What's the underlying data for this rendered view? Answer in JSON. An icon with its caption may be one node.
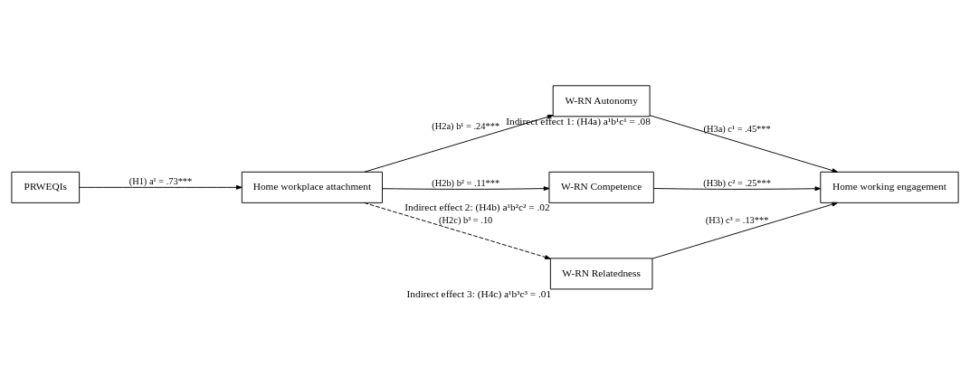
{
  "diagram": {
    "nodes": [
      {
        "text": [
          "PRWEQIs"
        ]
      },
      {
        "text": [
          "Home workplace attachment"
        ]
      },
      {
        "text": [
          "W-RN Autonomy"
        ],
        "beside": [
          "Indirect effect 1: (H4a) a¹b¹c¹ = .08"
        ]
      },
      {
        "text": [
          "W-RN Competence"
        ],
        "beside": [
          "Indirect effect 2: (H4b) a¹b²c² = .02"
        ]
      },
      {
        "text": [
          "W-RN Relatedness"
        ],
        "beside": [
          "Indirect effect 3: (H4c) a¹b³c³ = .01"
        ]
      },
      {
        "text": [
          "Home working engagement"
        ]
      }
    ],
    "edges": [
      {
        "from": 0,
        "to": 1,
        "arrow": "to",
        "label": "(H1) a¹ = .73***"
      },
      {
        "from": 1,
        "to": 2,
        "arrow": "to",
        "label": "(H2a) b¹ = .24***"
      },
      {
        "from": 1,
        "to": 3,
        "arrow": "to",
        "label": "(H2b) b² = .11***"
      },
      {
        "from": 1,
        "to": 4,
        "arrow": "to",
        "label": "(H2c) b³ = .10",
        "style": "dashed"
      },
      {
        "from": 2,
        "to": 5,
        "arrow": "to",
        "label": "(H3a) c¹ = .45***"
      },
      {
        "from": 3,
        "to": 5,
        "arrow": "to",
        "label": "(H3b) c² = .25***"
      },
      {
        "from": 4,
        "to": 5,
        "arrow": "to",
        "label": "(H3) c³ = .13***"
      }
    ]
  }
}
